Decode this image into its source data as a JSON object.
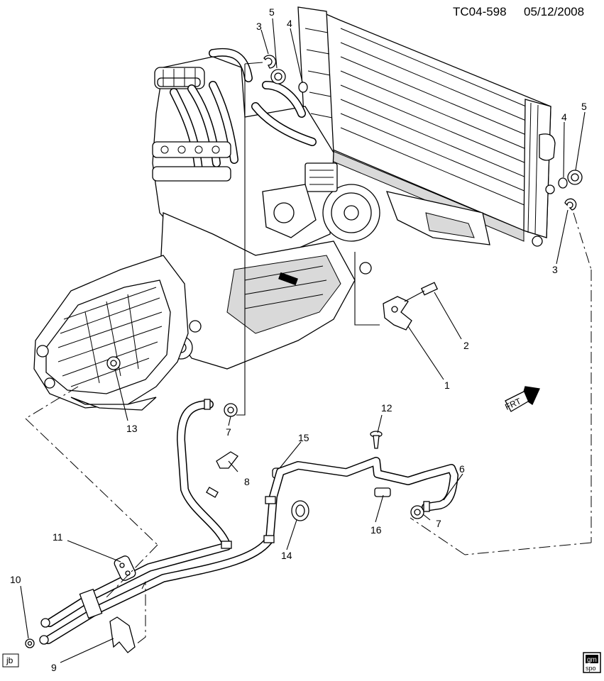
{
  "header": {
    "code": "TC04-598",
    "date": "05/12/2008"
  },
  "callouts": {
    "c1": "1",
    "c2": "2",
    "c3a": "3",
    "c3b": "3",
    "c4a": "4",
    "c4b": "4",
    "c5a": "5",
    "c5b": "5",
    "c6": "6",
    "c7a": "7",
    "c7b": "7",
    "c8": "8",
    "c9": "9",
    "c10": "10",
    "c11": "11",
    "c12": "12",
    "c13": "13",
    "c14": "14",
    "c15": "15",
    "c16": "16"
  },
  "badges": {
    "left": "jb",
    "right_top": "gm",
    "right_bottom": "spo"
  },
  "direction_label": "FRT"
}
